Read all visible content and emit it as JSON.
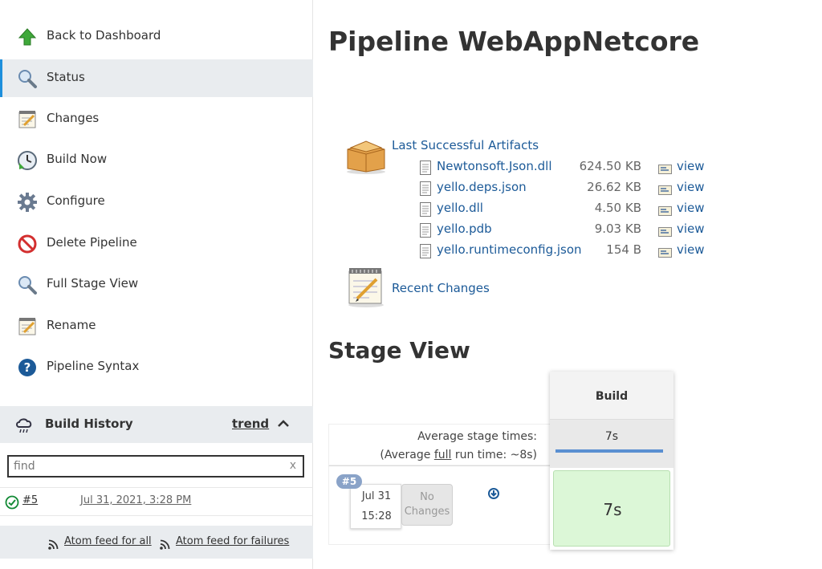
{
  "sidebar": {
    "tasks": [
      {
        "label": "Back to Dashboard",
        "icon": "up-arrow-icon"
      },
      {
        "label": "Status",
        "icon": "magnifier-icon"
      },
      {
        "label": "Changes",
        "icon": "notepad-icon"
      },
      {
        "label": "Build Now",
        "icon": "clock-icon"
      },
      {
        "label": "Configure",
        "icon": "gear-icon"
      },
      {
        "label": "Delete Pipeline",
        "icon": "no-entry-icon"
      },
      {
        "label": "Full Stage View",
        "icon": "magnifier-icon"
      },
      {
        "label": "Rename",
        "icon": "notepad-icon"
      },
      {
        "label": "Pipeline Syntax",
        "icon": "help-icon"
      }
    ],
    "active_task": "Status"
  },
  "build_history": {
    "title": "Build History",
    "trend_label": "trend",
    "search_placeholder": "find",
    "clear_label": "x",
    "builds": [
      {
        "number": "#5",
        "date": "Jul 31, 2021, 3:28 PM",
        "status": "success"
      }
    ],
    "feed_all_label": "Atom feed for all",
    "feed_failures_label": "Atom feed for failures"
  },
  "main": {
    "title": "Pipeline WebAppNetcore",
    "artifacts_label": "Last Successful Artifacts",
    "artifacts": [
      {
        "name": "Newtonsoft.Json.dll",
        "size": "624.50 KB",
        "view": "view"
      },
      {
        "name": "yello.deps.json",
        "size": "26.62 KB",
        "view": "view"
      },
      {
        "name": "yello.dll",
        "size": "4.50 KB",
        "view": "view"
      },
      {
        "name": "yello.pdb",
        "size": "9.03 KB",
        "view": "view"
      },
      {
        "name": "yello.runtimeconfig.json",
        "size": "154 B",
        "view": "view"
      }
    ],
    "recent_changes_label": "Recent Changes",
    "stage_view": {
      "title": "Stage View",
      "avg_stage_times_label": "Average stage times:",
      "avg_run_prefix": "(Average ",
      "avg_run_link": "full",
      "avg_run_suffix": " run time: ~8s)",
      "stage_name": "Build",
      "stage_avg": "7s",
      "build_badge": "#5",
      "build_date": "Jul 31",
      "build_time": "15:28",
      "no_changes": "No Changes",
      "stage_cell_time": "7s"
    }
  },
  "colors": {
    "accent": "#1e8fdc",
    "link": "#1c5a98",
    "success": "#dcf7d7",
    "badge": "#8aa3c8"
  }
}
